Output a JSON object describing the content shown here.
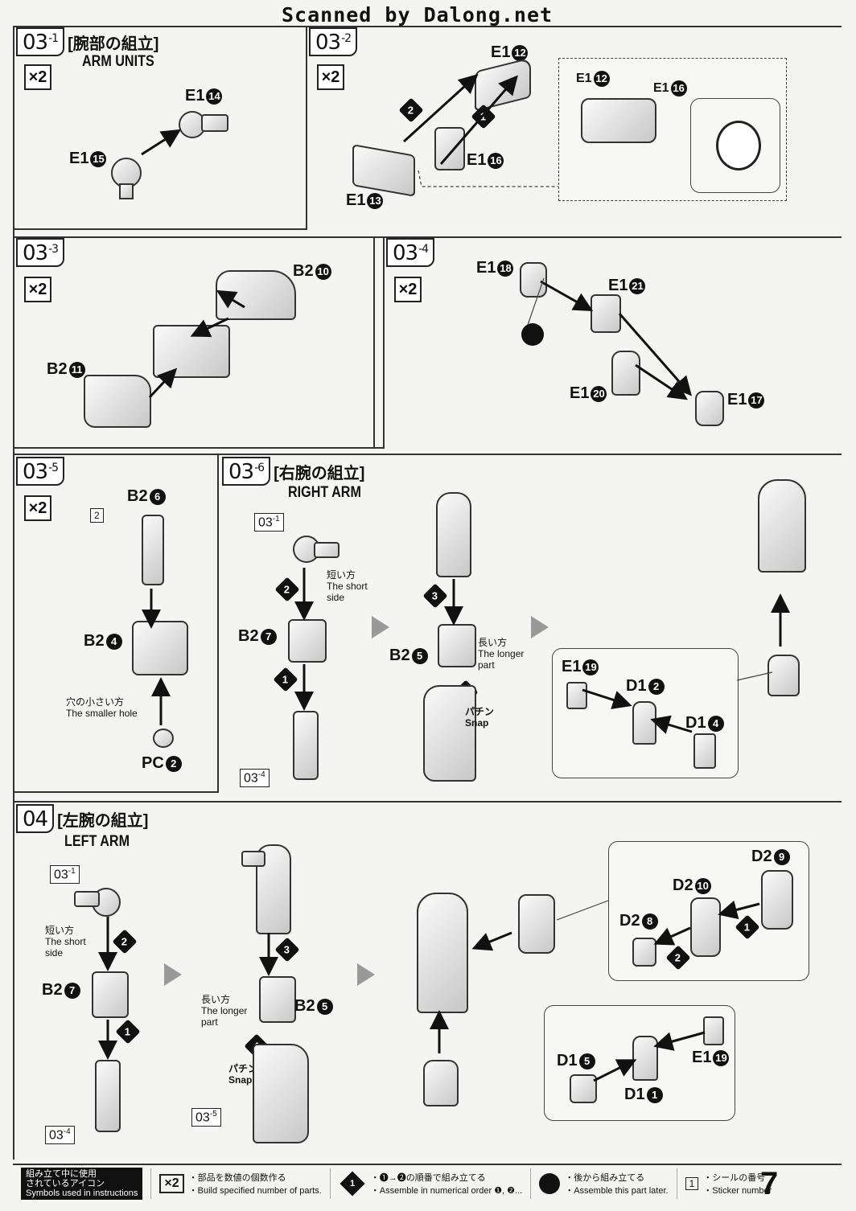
{
  "watermark": "Scanned by Dalong.net",
  "sections": {
    "s031": {
      "tag": "03",
      "sub": "-1",
      "jp": "[腕部の組立]",
      "en": "ARM UNITS",
      "mult": "×2"
    },
    "s032": {
      "tag": "03",
      "sub": "-2",
      "mult": "×2"
    },
    "s033": {
      "tag": "03",
      "sub": "-3",
      "mult": "×2"
    },
    "s034": {
      "tag": "03",
      "sub": "-4",
      "mult": "×2"
    },
    "s035": {
      "tag": "03",
      "sub": "-5",
      "mult": "×2"
    },
    "s036": {
      "tag": "03",
      "sub": "-6",
      "jp": "[右腕の組立]",
      "en": "RIGHT ARM"
    },
    "s04": {
      "tag": "04",
      "jp": "[左腕の組立]",
      "en": "LEFT ARM"
    }
  },
  "labels": {
    "e1": "E1",
    "b2": "B2",
    "d1": "D1",
    "d2": "D2",
    "pc": "PC",
    "n14": "14",
    "n15": "15",
    "n12": "12",
    "n16": "16",
    "n13": "13",
    "n10": "10",
    "n11": "11",
    "n18": "18",
    "n21": "21",
    "n20": "20",
    "n17": "17",
    "n6": "6",
    "n4": "4",
    "n2": "2",
    "n7": "7",
    "n5": "5",
    "n19": "19",
    "n9": "9",
    "n8": "8",
    "n1": "1"
  },
  "steps": {
    "one": "1",
    "two": "2",
    "three": "3",
    "four": "4"
  },
  "notes": {
    "short_jp": "短い方",
    "short_en1": "The short",
    "short_en2": "side",
    "long_jp": "長い方",
    "long_en1": "The longer",
    "long_en2": "part",
    "hole_jp": "穴の小さい方",
    "hole_en": "The smaller hole",
    "snap_jp": "パチン",
    "snap_en": "Snap",
    "ref031": "03",
    "ref031s": "-1",
    "ref034": "03",
    "ref034s": "-4",
    "ref035": "03",
    "ref035s": "-5",
    "sticker": "2"
  },
  "legend": {
    "title1": "組み立て中に使用",
    "title2": "されているアイコン",
    "title3": "Symbols used in instructions",
    "mult_icon": "×2",
    "mult_jp": "・部品を数値の個数作る",
    "mult_en": "・Build specified number of parts.",
    "order_icon": "1",
    "order_jp": "・❶→❷の順番で組み立てる",
    "order_en": "・Assemble in numerical order ❶, ❷...",
    "later_jp": "・後から組み立てる",
    "later_en": "・Assemble this part later.",
    "sticker_icon": "1",
    "sticker_jp": "・シールの番号",
    "sticker_en": "・Sticker number"
  },
  "page_number": "7"
}
